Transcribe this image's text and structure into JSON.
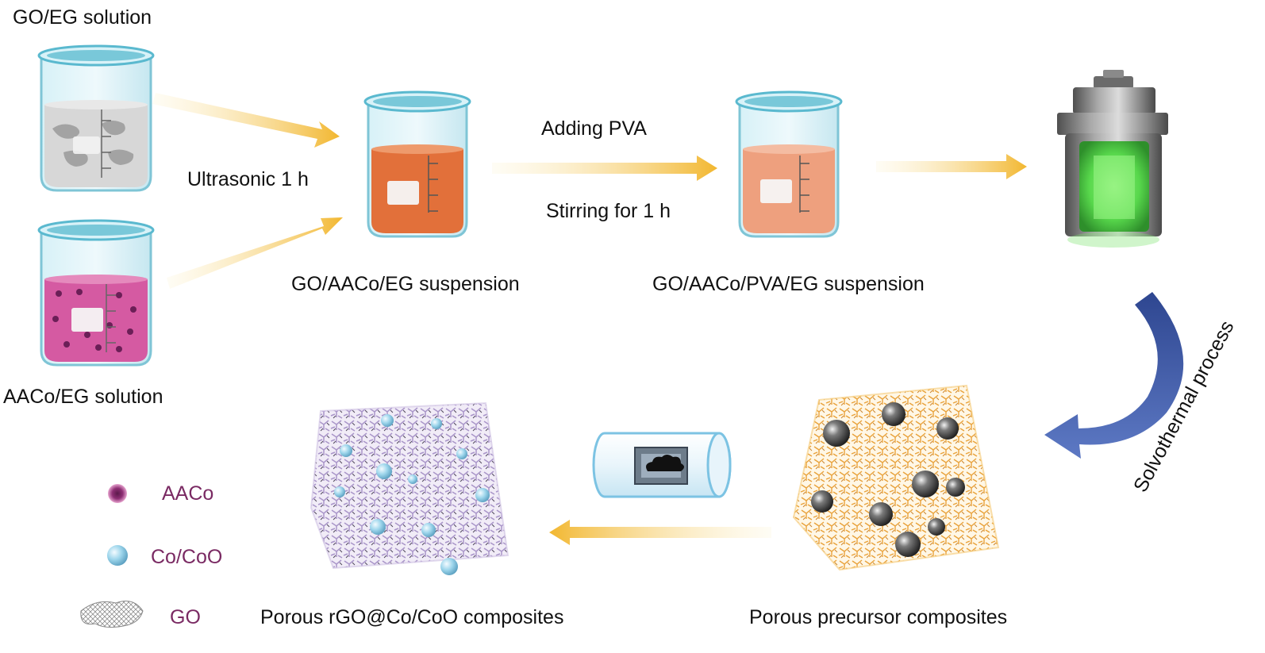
{
  "labels": {
    "go_eg_solution": "GO/EG solution",
    "aaco_eg_solution": "AACo/EG solution",
    "ultrasonic": "Ultrasonic 1 h",
    "go_aaco_eg_suspension": "GO/AACo/EG suspension",
    "adding_pva": "Adding PVA",
    "stirring": "Stirring for 1 h",
    "go_aaco_pva_eg_suspension": "GO/AACo/PVA/EG suspension",
    "solvothermal": "Solvothermal process",
    "porous_precursor": "Porous precursor composites",
    "porous_rgo": "Porous rGO@Co/CoO composites"
  },
  "legend": {
    "aaco": "AACo",
    "coco": "Co/CoO",
    "go": "GO"
  },
  "colors": {
    "arrow": "#f2b730",
    "legend_text": "#7a2a63",
    "beaker_glass": "#bfe6f0",
    "beaker_rim": "#5ab9cf",
    "go_liquid": "#d9d9d9",
    "aaco_liquid": "#d55aa2",
    "suspension": "#e2703a",
    "pva_suspension": "#eea07e",
    "autoclave_glow": "#58d84c",
    "solvothermal_arrow": "#3d5aa5",
    "network_precursor": "#efb04c",
    "network_rgo": "#b7a6cf",
    "sphere_dark": "#3b3b3b",
    "sphere_blue": "#8ecde6"
  }
}
